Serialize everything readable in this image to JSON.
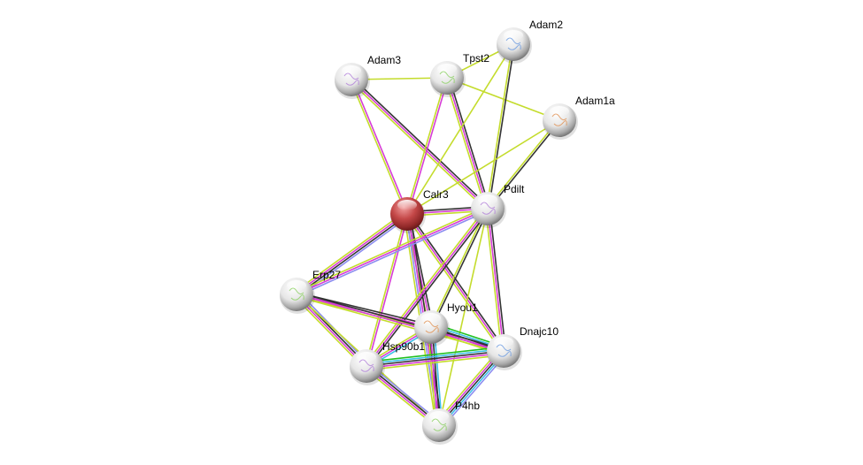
{
  "colors": {
    "textmining": "#c4dc2c",
    "experiments": "#d63cd6",
    "coexpression": "#333333",
    "database": "#3cc0e8",
    "neighborhood": "#22c022",
    "homology": "#8c8cf0",
    "query_node": "#c43c3c",
    "node": "#e8e8e8"
  },
  "nodes": [
    {
      "id": "Adam2",
      "label": "Adam2",
      "query": false
    },
    {
      "id": "Adam3",
      "label": "Adam3",
      "query": false
    },
    {
      "id": "Tpst2",
      "label": "Tpst2",
      "query": false
    },
    {
      "id": "Adam1a",
      "label": "Adam1a",
      "query": false
    },
    {
      "id": "Calr3",
      "label": "Calr3",
      "query": true
    },
    {
      "id": "Pdilt",
      "label": "Pdilt",
      "query": false
    },
    {
      "id": "Erp27",
      "label": "Erp27",
      "query": false
    },
    {
      "id": "Hyou1",
      "label": "Hyou1",
      "query": false
    },
    {
      "id": "Dnajc10",
      "label": "Dnajc10",
      "query": false
    },
    {
      "id": "Hsp90b1",
      "label": "Hsp90b1",
      "query": false
    },
    {
      "id": "P4hb",
      "label": "P4hb",
      "query": false
    }
  ],
  "edges": [
    {
      "source": "Adam3",
      "target": "Tpst2",
      "evidence": [
        "textmining"
      ]
    },
    {
      "source": "Adam3",
      "target": "Calr3",
      "evidence": [
        "experiments",
        "textmining"
      ]
    },
    {
      "source": "Adam3",
      "target": "Pdilt",
      "evidence": [
        "coexpression",
        "experiments",
        "textmining"
      ]
    },
    {
      "source": "Tpst2",
      "target": "Adam2",
      "evidence": [
        "textmining"
      ]
    },
    {
      "source": "Tpst2",
      "target": "Adam1a",
      "evidence": [
        "textmining"
      ]
    },
    {
      "source": "Tpst2",
      "target": "Calr3",
      "evidence": [
        "experiments",
        "textmining"
      ]
    },
    {
      "source": "Tpst2",
      "target": "Pdilt",
      "evidence": [
        "coexpression",
        "experiments",
        "textmining"
      ]
    },
    {
      "source": "Adam2",
      "target": "Calr3",
      "evidence": [
        "textmining"
      ]
    },
    {
      "source": "Adam2",
      "target": "Pdilt",
      "evidence": [
        "coexpression",
        "textmining"
      ]
    },
    {
      "source": "Adam1a",
      "target": "Pdilt",
      "evidence": [
        "coexpression",
        "textmining"
      ]
    },
    {
      "source": "Adam1a",
      "target": "Calr3",
      "evidence": [
        "textmining"
      ]
    },
    {
      "source": "Calr3",
      "target": "Pdilt",
      "evidence": [
        "coexpression",
        "experiments",
        "textmining"
      ]
    },
    {
      "source": "Calr3",
      "target": "Erp27",
      "evidence": [
        "homology",
        "coexpression",
        "experiments",
        "textmining"
      ]
    },
    {
      "source": "Calr3",
      "target": "Hyou1",
      "evidence": [
        "coexpression",
        "experiments",
        "textmining"
      ]
    },
    {
      "source": "Calr3",
      "target": "Hsp90b1",
      "evidence": [
        "experiments",
        "textmining"
      ]
    },
    {
      "source": "Calr3",
      "target": "Dnajc10",
      "evidence": [
        "coexpression",
        "experiments",
        "textmining"
      ]
    },
    {
      "source": "Calr3",
      "target": "P4hb",
      "evidence": [
        "coexpression",
        "experiments",
        "homology",
        "textmining"
      ]
    },
    {
      "source": "Pdilt",
      "target": "Erp27",
      "evidence": [
        "homology",
        "experiments",
        "textmining"
      ]
    },
    {
      "source": "Pdilt",
      "target": "Hyou1",
      "evidence": [
        "coexpression",
        "textmining"
      ]
    },
    {
      "source": "Pdilt",
      "target": "Hsp90b1",
      "evidence": [
        "coexpression",
        "experiments",
        "textmining"
      ]
    },
    {
      "source": "Pdilt",
      "target": "Dnajc10",
      "evidence": [
        "coexpression",
        "experiments",
        "textmining"
      ]
    },
    {
      "source": "Pdilt",
      "target": "P4hb",
      "evidence": [
        "textmining"
      ]
    },
    {
      "source": "Erp27",
      "target": "Hyou1",
      "evidence": [
        "coexpression",
        "experiments",
        "textmining"
      ]
    },
    {
      "source": "Erp27",
      "target": "Dnajc10",
      "evidence": [
        "coexpression",
        "experiments",
        "textmining"
      ]
    },
    {
      "source": "Erp27",
      "target": "Hsp90b1",
      "evidence": [
        "homology",
        "coexpression",
        "experiments",
        "textmining"
      ]
    },
    {
      "source": "Erp27",
      "target": "P4hb",
      "evidence": [
        "textmining"
      ]
    },
    {
      "source": "Hyou1",
      "target": "Hsp90b1",
      "evidence": [
        "database",
        "experiments",
        "textmining"
      ]
    },
    {
      "source": "Hyou1",
      "target": "Dnajc10",
      "evidence": [
        "neighborhood",
        "database",
        "coexpression",
        "experiments",
        "textmining"
      ]
    },
    {
      "source": "Hyou1",
      "target": "P4hb",
      "evidence": [
        "database",
        "coexpression",
        "experiments",
        "textmining"
      ]
    },
    {
      "source": "Hsp90b1",
      "target": "Dnajc10",
      "evidence": [
        "neighborhood",
        "database",
        "coexpression",
        "experiments",
        "textmining"
      ]
    },
    {
      "source": "Hsp90b1",
      "target": "P4hb",
      "evidence": [
        "homology",
        "coexpression",
        "experiments",
        "textmining"
      ]
    },
    {
      "source": "Dnajc10",
      "target": "P4hb",
      "evidence": [
        "homology",
        "database",
        "coexpression",
        "experiments",
        "textmining"
      ]
    }
  ]
}
